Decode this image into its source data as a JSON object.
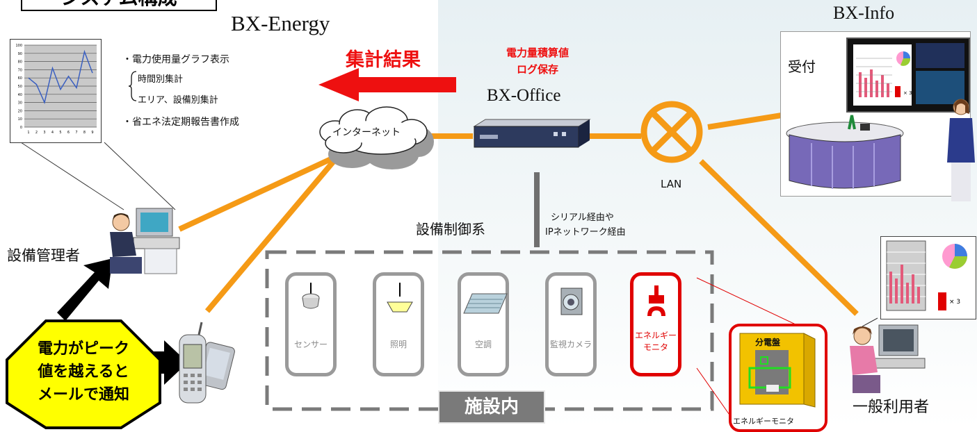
{
  "header": {
    "title": "システム構成"
  },
  "bx_energy": {
    "name": "BX-Energy",
    "result_label": "集計結果",
    "features": {
      "graph": "・電力使用量グラフ表示",
      "hourly": "時間別集計",
      "area": "エリア、設備別集計",
      "report": "・省エネ法定期報告書作成"
    },
    "chart_y_ticks": [
      "100",
      "90",
      "80",
      "70",
      "60",
      "50",
      "40",
      "30",
      "20",
      "10",
      "0"
    ],
    "chart_x_ticks": [
      "1",
      "2",
      "3",
      "4",
      "5",
      "6",
      "7",
      "8",
      "9"
    ],
    "chart_values": [
      60,
      52,
      30,
      72,
      46,
      62,
      48,
      92,
      66
    ]
  },
  "network": {
    "internet": "インターネット",
    "lan": "LAN",
    "office_name": "BX-Office",
    "office_note_line1": "電力量積算値",
    "office_note_line2": "ログ保存"
  },
  "bx_info": {
    "name": "BX-Info",
    "reception": "受付",
    "multiplier": "× 3"
  },
  "people": {
    "manager": "設備管理者",
    "general_user": "一般利用者"
  },
  "control": {
    "label": "設備制御系",
    "note_line1": "シリアル経由や",
    "note_line2": "IPネットワーク経由"
  },
  "alert": {
    "line1": "電力がピーク",
    "line2": "値を越えると",
    "line3": "メールで通知"
  },
  "facility": {
    "label": "施設内",
    "devices": [
      {
        "label": "センサー"
      },
      {
        "label": "照明"
      },
      {
        "label": "空調"
      },
      {
        "label": "監視カメラ"
      },
      {
        "label_line1": "エネルギー",
        "label_line2": "モニタ"
      }
    ]
  },
  "distribution": {
    "panel": "分電盤",
    "monitor": "エネルギーモニタ"
  },
  "user_panel": {
    "multiplier": "× 3"
  },
  "colors": {
    "link_orange": "#f59a16",
    "accent_red": "#e00000",
    "alert_yellow": "#ffff00",
    "device_gray": "#9a9a9a"
  }
}
